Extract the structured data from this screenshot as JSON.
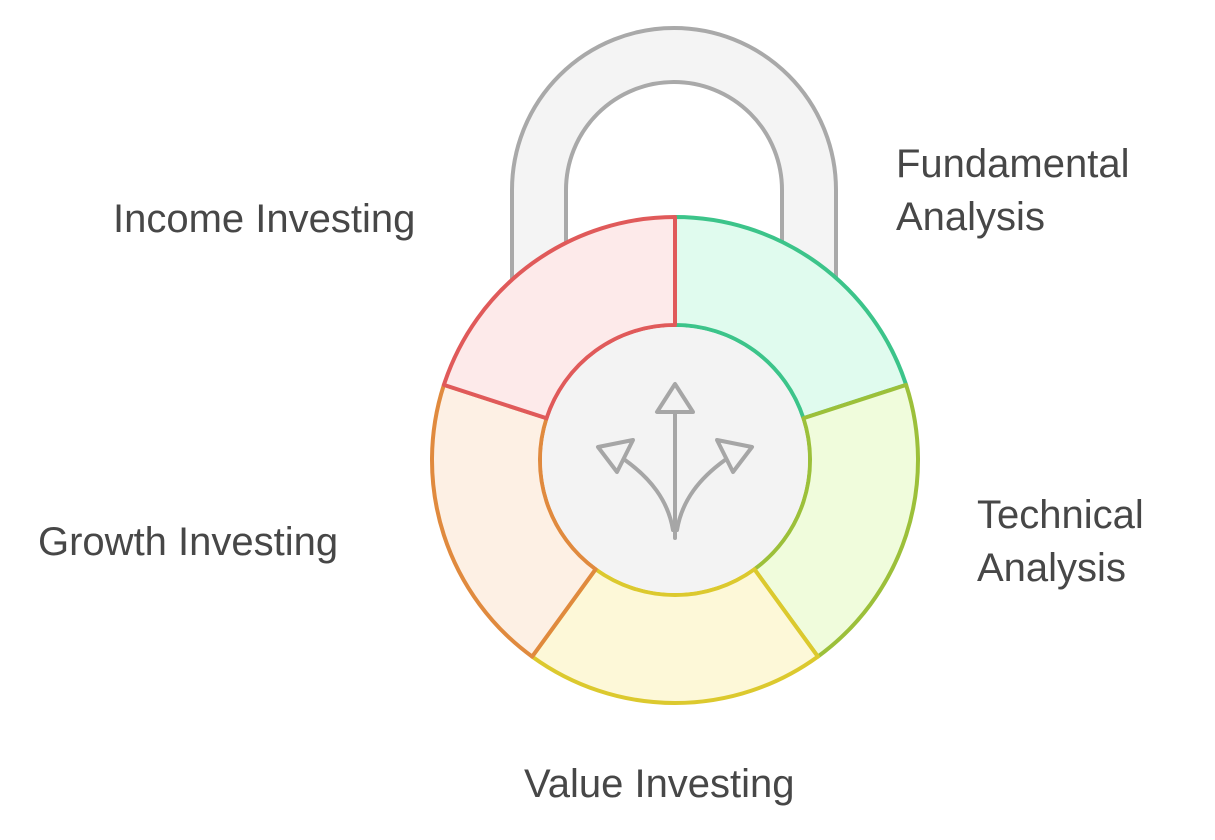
{
  "segments": [
    {
      "id": "income",
      "lines": [
        "Income Investing"
      ],
      "stroke": "#e05a5a",
      "fill": "#fdeaea"
    },
    {
      "id": "fundamental",
      "lines": [
        "Fundamental",
        "Analysis"
      ],
      "stroke": "#3cc48a",
      "fill": "#e0fbee"
    },
    {
      "id": "technical",
      "lines": [
        "Technical",
        "Analysis"
      ],
      "stroke": "#9cc03a",
      "fill": "#f0fcdc"
    },
    {
      "id": "value",
      "lines": [
        "Value Investing"
      ],
      "stroke": "#dcc92e",
      "fill": "#fdf8d8"
    },
    {
      "id": "growth",
      "lines": [
        "Growth Investing"
      ],
      "stroke": "#e08a3e",
      "fill": "#fdf0e4"
    }
  ],
  "lock": {
    "shackle_stroke": "#a9a9a9",
    "shackle_fill": "#f4f4f4",
    "center_fill": "#f3f3f3",
    "icon": "diverging-arrows-icon",
    "icon_color": "#a6a6a6"
  }
}
